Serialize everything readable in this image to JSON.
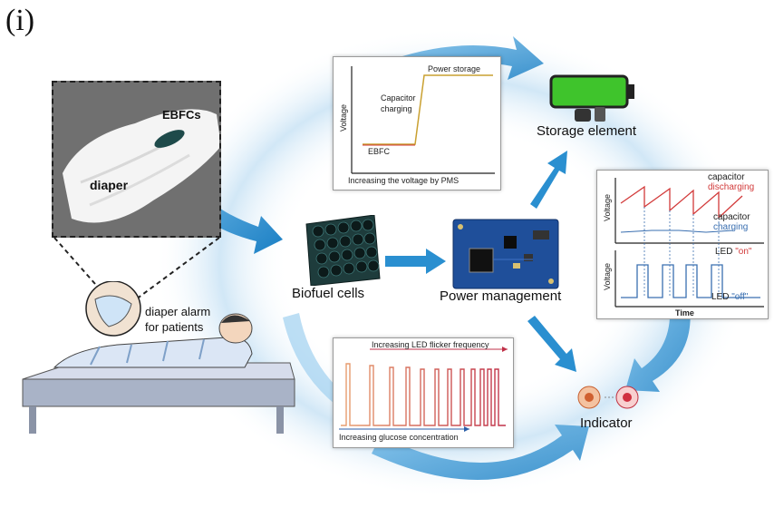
{
  "panel_label": "(i)",
  "diaper_photo": {
    "label_diaper": "diaper",
    "label_ebfcs": "EBFCs"
  },
  "patient": {
    "label_line1": "diaper alarm",
    "label_line2": "for patients"
  },
  "biofuel": {
    "label": "Biofuel cells"
  },
  "power": {
    "label": "Power management"
  },
  "storage": {
    "label": "Storage element"
  },
  "indicator": {
    "label": "Indicator"
  },
  "pms_chart": {
    "y_label": "Voltage",
    "x_caption": "Increasing the voltage by PMS",
    "stage_ebfc": "EBFC",
    "stage_charging_l1": "Capacitor",
    "stage_charging_l2": "charging",
    "stage_storage": "Power storage"
  },
  "capacitor_chart": {
    "y_label_top": "Voltage",
    "y_label_bottom": "Voltage",
    "x_label": "Time",
    "discharging_l1": "capacitor",
    "discharging_l2": "discharging",
    "charging_l1": "capacitor",
    "charging_l2": "charging",
    "led_on_prefix": "LED ",
    "led_on_word": "\"on\"",
    "led_off_prefix": "LED ",
    "led_off_word": "\"off\""
  },
  "flicker_chart": {
    "top_caption": "Increasing LED flicker frequency",
    "bottom_caption": "Increasing glucose concentration"
  },
  "colors": {
    "flow_arrow": "#2a8fd0",
    "flow_glow": "#cfe6f6",
    "charge_line": "#d23a3a",
    "led_signal": "#3a6fb0",
    "flicker_low": "#e8a070",
    "flicker_high": "#c03048",
    "battery_green": "#3fc42c",
    "pcb_blue": "#1f4f9a"
  }
}
